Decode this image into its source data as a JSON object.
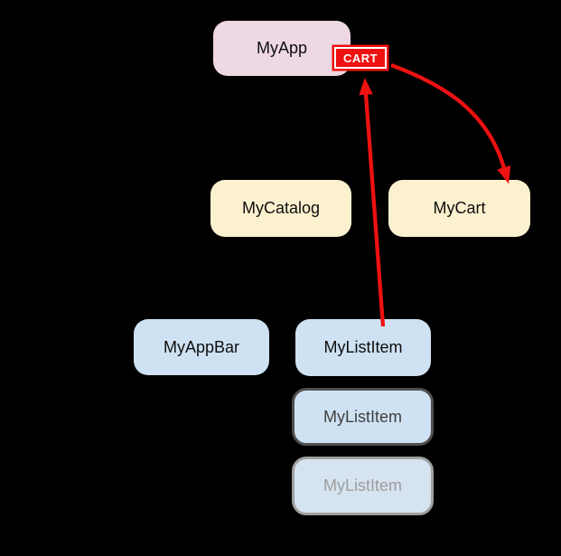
{
  "diagram": {
    "background_color": "#000000",
    "arrow_color": "#ee1111",
    "badge": {
      "label": "CART",
      "background_color": "#ee1111",
      "border_color": "#ffffff",
      "text_color": "#ffffff"
    },
    "nodes": [
      {
        "id": "myapp",
        "label": "MyApp",
        "fill": "#eed8e3",
        "text_color": "#0d0d0d"
      },
      {
        "id": "mycatalog",
        "label": "MyCatalog",
        "fill": "#fcf1cf",
        "text_color": "#0d0d0d"
      },
      {
        "id": "mycart",
        "label": "MyCart",
        "fill": "#fcf1cf",
        "text_color": "#0d0d0d"
      },
      {
        "id": "myappbar",
        "label": "MyAppBar",
        "fill": "#cfe2f3",
        "text_color": "#0d0d0d"
      },
      {
        "id": "mylistitem-1",
        "label": "MyListItem",
        "fill": "#cfe2f3",
        "text_color": "#0d0d0d"
      },
      {
        "id": "mylistitem-2",
        "label": "MyListItem",
        "fill": "#cfe2f3",
        "text_color": "#3f3f3f",
        "border_color": "#4f4f4f"
      },
      {
        "id": "mylistitem-3",
        "label": "MyListItem",
        "fill": "#d6e3f0",
        "text_color": "#9e9e9e",
        "border_color": "#a0a0a0"
      }
    ],
    "arrows": [
      {
        "id": "listitem-to-cart",
        "from": "MyListItem",
        "to": "CART"
      },
      {
        "id": "cart-to-mycart",
        "from": "CART",
        "to": "MyCart"
      }
    ]
  }
}
